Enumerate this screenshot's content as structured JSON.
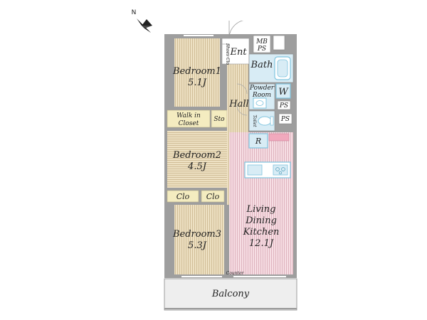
{
  "compass": {
    "label": "N"
  },
  "rooms": {
    "bedroom1": {
      "name": "Bedroom1",
      "size": "5.1J"
    },
    "bedroom2": {
      "name": "Bedroom2",
      "size": "4.5J"
    },
    "bedroom3": {
      "name": "Bedroom3",
      "size": "5.3J"
    },
    "ldk": {
      "line1": "Living",
      "line2": "Dining",
      "line3": "Kitchen",
      "size": "12.1J"
    },
    "bath": "Bath",
    "powder_room_1": "Powder",
    "powder_room_2": "Room",
    "w": "W",
    "hall": "Hall",
    "ent": "Ent",
    "shoes_closet": "Shoes Clo",
    "mb_1": "MB",
    "mb_2": "PS",
    "ps_upper": "PS",
    "ps_lower": "PS",
    "toilet": "Toilet",
    "walk_in_1": "Walk in",
    "walk_in_2": "Closet",
    "sto": "Sto",
    "clo_left": "Clo",
    "clo_right": "Clo",
    "r": "R",
    "counter": "Counter",
    "balcony": "Balcony"
  },
  "colors": {
    "wall": "#9e9e9e",
    "wood_floor": "#ede0c2",
    "wood_stripe": "#c9b48c",
    "ldk_floor": "#f6dde3",
    "ldk_stripe": "#d8a9b5",
    "wet_area": "#d8ecf5",
    "closet": "#f4ecc0",
    "balcony": "#eeeeee",
    "fixture": "#7fc4de"
  }
}
